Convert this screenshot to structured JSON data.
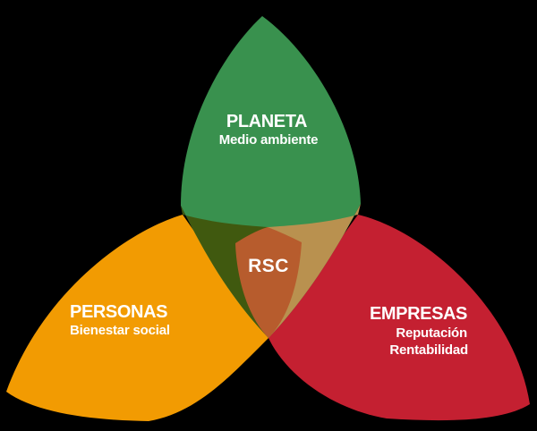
{
  "colors": {
    "background": "#000000",
    "planeta_petal": "#39914E",
    "personas_petal": "#F29B02",
    "empresas_petal": "#C42031",
    "overlap_planeta_personas": "#40590F",
    "overlap_planeta_empresas": "#B9914F",
    "center_shield": "#B75C2D",
    "text": "#FFFFFF"
  },
  "diagram": {
    "type": "three-petal-venn",
    "center_label": "RSC",
    "petals": [
      {
        "id": "planeta",
        "label": "PLANETA",
        "sublabels": [
          "Medio ambiente"
        ],
        "position": "top"
      },
      {
        "id": "personas",
        "label": "PERSONAS",
        "sublabels": [
          "Bienestar social"
        ],
        "position": "bottom-left"
      },
      {
        "id": "empresas",
        "label": "EMPRESAS",
        "sublabels": [
          "Reputación",
          "Rentabilidad"
        ],
        "position": "bottom-right"
      }
    ]
  }
}
